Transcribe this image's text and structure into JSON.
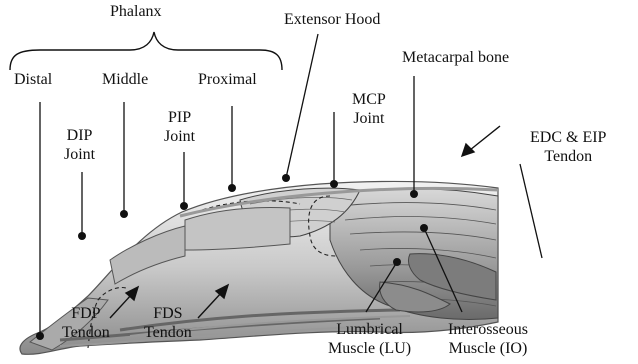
{
  "labels": {
    "phalanx": "Phalanx",
    "distal": "Distal",
    "middle": "Middle",
    "proximal": "Proximal",
    "extensor_hood": "Extensor Hood",
    "metacarpal_bone": "Metacarpal bone",
    "dip_joint": [
      "DIP",
      "Joint"
    ],
    "pip_joint": [
      "PIP",
      "Joint"
    ],
    "mcp_joint": [
      "MCP",
      "Joint"
    ],
    "edc_eip_tendon": [
      "EDC  & EIP",
      "Tendon"
    ],
    "fdp_tendon": [
      "FDP",
      "Tendon"
    ],
    "fds_tendon": [
      "FDS",
      "Tendon"
    ],
    "lumbrical_muscle": [
      "Lumbrical",
      "Muscle (LU)"
    ],
    "interosseous_muscle": [
      "Interosseous",
      "Muscle (IO)"
    ]
  },
  "colors": {
    "ink": "#111111",
    "tissue_light": "#e6e6e6",
    "tissue_mid": "#bdbdbd",
    "tissue_dark": "#7a7a7a"
  }
}
